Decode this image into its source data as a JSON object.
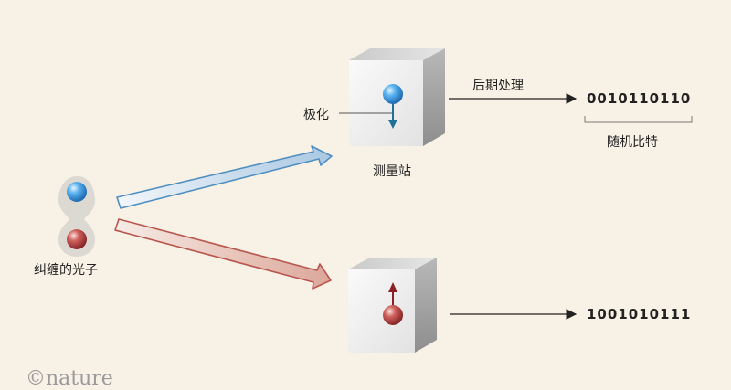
{
  "source_label": "纠缠的光子",
  "polarization_label": "极化",
  "station_label": "测量站",
  "postprocess_label": "后期处理",
  "top_bits": "0010110110",
  "random_bits_label": "随机比特",
  "bottom_bits": "1001010111",
  "credit": "©nature",
  "colors": {
    "background": "#f8f1e6",
    "blue_arrow": "#4f8fc0",
    "red_arrow": "#b9574f",
    "blue_photon": "#2f8ee0",
    "red_photon": "#b23a3a",
    "spin_down": "#1f6f98",
    "spin_up": "#8d1f26"
  }
}
